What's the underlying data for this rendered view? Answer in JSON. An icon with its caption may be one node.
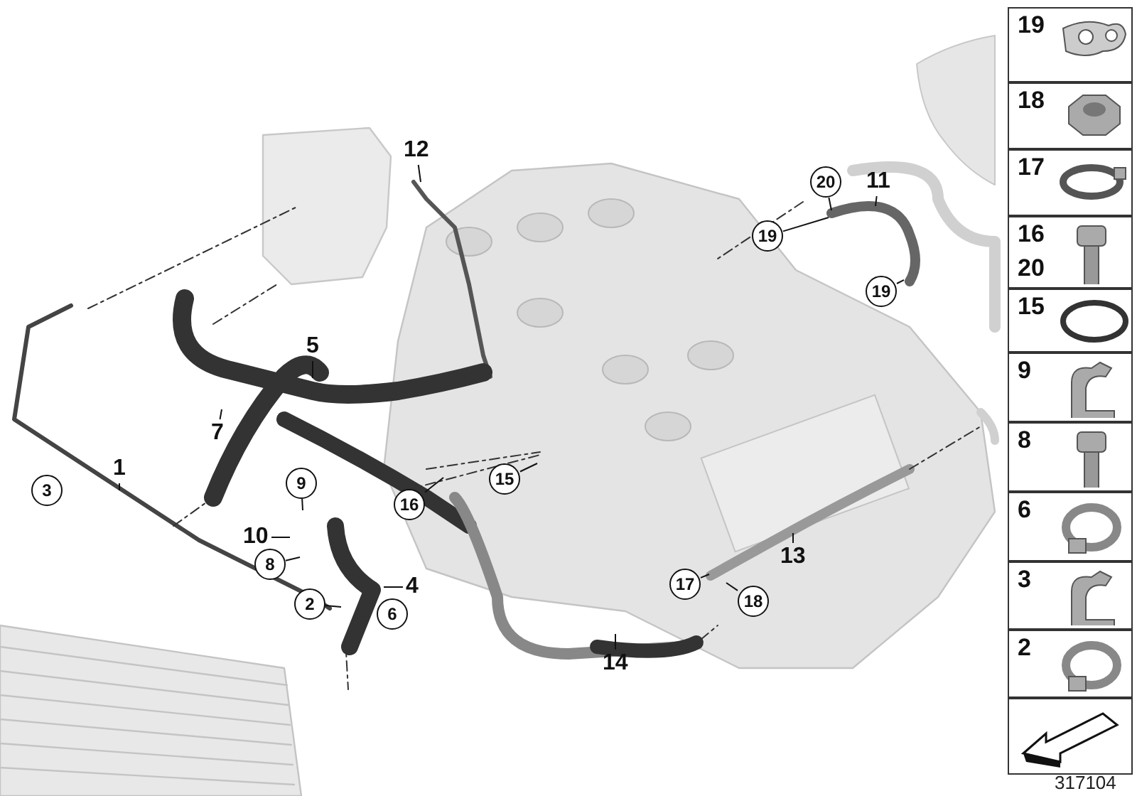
{
  "diagram": {
    "nodes": [
      {
        "text": [
          "12"
        ]
      },
      {
        "text": [
          "20"
        ]
      },
      {
        "text": [
          "11"
        ]
      },
      {
        "text": [
          "19"
        ]
      },
      {
        "text": [
          "19"
        ]
      },
      {
        "text": [
          "5"
        ]
      },
      {
        "text": [
          "7"
        ]
      },
      {
        "text": [
          "1"
        ]
      },
      {
        "text": [
          "3"
        ]
      },
      {
        "text": [
          "15"
        ]
      },
      {
        "text": [
          "9"
        ]
      },
      {
        "text": [
          "16"
        ]
      },
      {
        "text": [
          "10"
        ]
      },
      {
        "text": [
          "8"
        ]
      },
      {
        "text": [
          "13"
        ]
      },
      {
        "text": [
          "4"
        ]
      },
      {
        "text": [
          "2"
        ]
      },
      {
        "text": [
          "6"
        ]
      },
      {
        "text": [
          "17"
        ]
      },
      {
        "text": [
          "18"
        ]
      },
      {
        "text": [
          "14"
        ]
      },
      {
        "text": [
          "19"
        ]
      },
      {
        "text": [
          "18"
        ]
      },
      {
        "text": [
          "17"
        ]
      },
      {
        "text": [
          "16",
          "20"
        ]
      },
      {
        "text": [
          "15"
        ]
      },
      {
        "text": [
          "9"
        ]
      },
      {
        "text": [
          "8"
        ]
      },
      {
        "text": [
          "6"
        ]
      },
      {
        "text": [
          "3"
        ]
      },
      {
        "text": [
          "2"
        ]
      },
      {
        "text": [],
        "shape": "box"
      }
    ],
    "edges": [
      {
        "from": 0,
        "to": null,
        "arrow": "none"
      },
      {
        "from": 1,
        "to": null,
        "arrow": "none"
      },
      {
        "from": 2,
        "to": null,
        "arrow": "none"
      },
      {
        "from": 3,
        "to": null,
        "arrow": "none"
      },
      {
        "from": 4,
        "to": null,
        "arrow": "none"
      },
      {
        "from": 5,
        "to": null,
        "arrow": "none"
      },
      {
        "from": 6,
        "to": null,
        "arrow": "none"
      },
      {
        "from": 7,
        "to": null,
        "arrow": "none"
      },
      {
        "from": 9,
        "to": null,
        "arrow": "none"
      },
      {
        "from": 10,
        "to": null,
        "arrow": "none"
      },
      {
        "from": 11,
        "to": null,
        "arrow": "none"
      },
      {
        "from": 12,
        "to": null,
        "arrow": "none"
      },
      {
        "from": 13,
        "to": null,
        "arrow": "none"
      },
      {
        "from": 14,
        "to": null,
        "arrow": "none"
      },
      {
        "from": 15,
        "to": null,
        "arrow": "none"
      },
      {
        "from": 16,
        "to": null,
        "arrow": "none"
      },
      {
        "from": 18,
        "to": null,
        "arrow": "none"
      },
      {
        "from": 19,
        "to": null,
        "arrow": "none"
      },
      {
        "from": 20,
        "to": null,
        "arrow": "none"
      }
    ],
    "labels": [
      "317104"
    ]
  }
}
